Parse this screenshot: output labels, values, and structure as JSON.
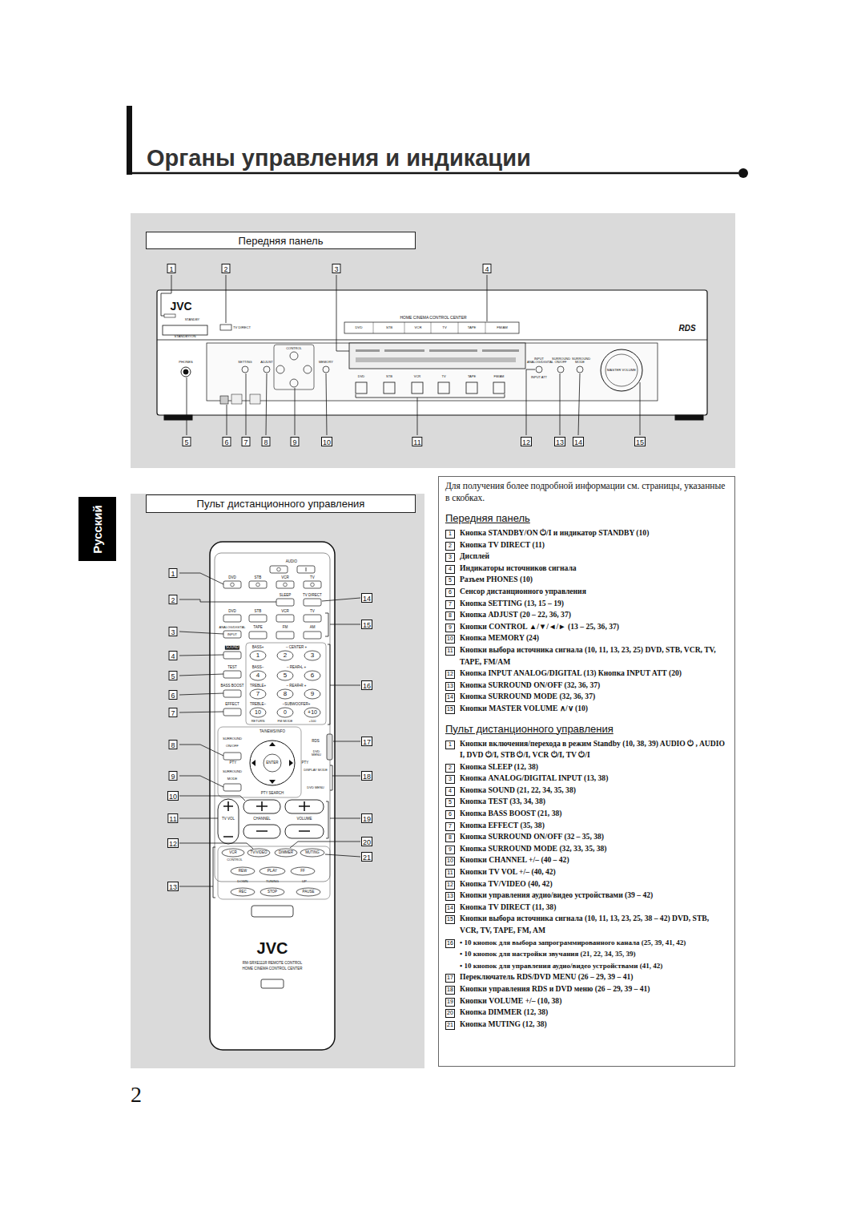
{
  "diagram": {
    "title": "Органы управления и индикации",
    "nodes": [
      {
        "text": [
          "Передняя панель"
        ]
      },
      {
        "text": [
          "Русский"
        ]
      },
      {
        "text": [
          "Пульт дистанционного управления"
        ]
      },
      {
        "text": [
          "Для получения более подробной информации см. страницы, указанные в скобках."
        ]
      }
    ],
    "labels": [
      "1",
      "2",
      "3",
      "4",
      "5",
      "6",
      "7",
      "8",
      "9",
      "10",
      "11",
      "12",
      "13",
      "14",
      "15",
      "1",
      "2",
      "3",
      "4",
      "5",
      "6",
      "7",
      "8",
      "9",
      "10",
      "11",
      "12",
      "13",
      "14",
      "15",
      "16",
      "17",
      "18",
      "19",
      "20",
      "21",
      "JVC",
      "STANDBY",
      "STANDBY/ON",
      "TV DIRECT",
      "HOME CINEMA CONTROL CENTER",
      "DVD",
      "STB",
      "VCR",
      "TV",
      "TAPE",
      "FM/AM",
      "RDS",
      "CONTROL",
      "SETTING",
      "ADJUST",
      "MEMORY",
      "PHONES",
      "DVD",
      "STB",
      "VCR",
      "TV",
      "TAPE",
      "FM/AM",
      "INPUT ANALOG/DIGITAL",
      "INPUT ATT",
      "SURROUND ON/OFF",
      "SURROUND MODE",
      "MASTER VOLUME",
      "AUDIO",
      "DVD",
      "STB",
      "VCR",
      "TV",
      "SLEEP",
      "TV DIRECT",
      "DVD",
      "STB",
      "VCR",
      "TV",
      "ANALOG/DIGITAL",
      "TAPE",
      "FM",
      "AM",
      "INPUT",
      "SOUND",
      "BASS+",
      "– CENTER +",
      "1",
      "2",
      "3",
      "TEST",
      "BASS–",
      "– REAR•L +",
      "4",
      "5",
      "6",
      "BASS BOOST",
      "TREBLE+",
      "– REAR•R +",
      "7",
      "8",
      "9",
      "EFFECT",
      "TREBLE–",
      "–SUBWOOFER+",
      "10",
      "0",
      "+10",
      "RETURN",
      "FM MODE",
      "+100",
      "TA/NEWS/INFO",
      "SURROUND",
      "ON/OFF",
      "RDS",
      "DVD MENU",
      "PTY",
      "ENTER",
      "PTY",
      "SURROUND",
      "MODE",
      "DISPLAY MODE",
      "DVD MENU",
      "PTY SEARCH",
      "TV VOL",
      "CHANNEL",
      "VOLUME",
      "VCR",
      "TV/VIDEO",
      "DIMMER",
      "MUTING",
      "CONTROL",
      "REW",
      "PLAY",
      "FF",
      "DOWN",
      "TUNING",
      "UP",
      "REC",
      "STOP",
      "PAUSE",
      "JVC",
      "RM-SRXE111R REMOTE CONTROL",
      "HOME CINEMA CONTROL CENTER",
      "Передняя панель",
      "1",
      "Кнопка STANDBY/ON ⏻/I и индикатор STANDBY (10)",
      "2",
      "Кнопка TV DIRECT (11)",
      "3",
      "Дисплей",
      "4",
      "Индикаторы источников сигнала",
      "5",
      "Разъем PHONES (10)",
      "6",
      "Сенсор дистанционного управления",
      "7",
      "Кнопка SETTING (13, 15 – 19)",
      "8",
      "Кнопка ADJUST (20 – 22, 36, 37)",
      "9",
      "Кнопки CONTROL ▲/▼/◄/► (13 – 25, 36, 37)",
      "10",
      "Кнопка MEMORY (24)",
      "11",
      "Кнопки выбора источника сигнала (10, 11, 13, 23, 25) DVD, STB, VCR, TV, TAPE, FM/AM",
      "12",
      "Кнопка INPUT ANALOG/DIGITAL (13) Кнопка INPUT ATT (20)",
      "13",
      "Кнопка SURROUND ON/OFF (32, 36, 37)",
      "14",
      "Кнопка SURROUND MODE (32, 36, 37)",
      "15",
      "Кнопки MASTER VOLUME ∧/∨ (10)",
      "Пульт дистанционного управления",
      "1",
      "Кнопки включения/перехода в режим Standby (10, 38, 39) AUDIO ⏻ , AUDIO I, DVD ⏻/I, STB ⏻/I, VCR ⏻/I, TV ⏻/I",
      "2",
      "Кнопка SLEEP (12, 38)",
      "3",
      "Кнопка ANALOG/DIGITAL INPUT (13, 38)",
      "4",
      "Кнопка SOUND (21, 22, 34, 35, 38)",
      "5",
      "Кнопка TEST (33, 34, 38)",
      "6",
      "Кнопка BASS BOOST (21, 38)",
      "7",
      "Кнопка EFFECT (35, 38)",
      "8",
      "Кнопка SURROUND ON/OFF (32 – 35, 38)",
      "9",
      "Кнопка SURROUND MODE (32, 33, 35, 38)",
      "10",
      "Кнопки CHANNEL +/– (40 – 42)",
      "11",
      "Кнопки TV VOL +/– (40, 42)",
      "12",
      "Кнопка TV/VIDEO (40, 42)",
      "13",
      "Кнопки управления аудио/видео устройствами (39 – 42)",
      "14",
      "Кнопка TV DIRECT (11, 38)",
      "15",
      "Кнопки выбора источника сигнала (10, 11, 13, 23, 25, 38 – 42) DVD, STB, VCR, TV, TAPE, FM, AM",
      "16",
      "• 10 кнопок для выбора запрограммированного канала (25, 39, 41, 42)",
      "• 10 кнопок для настройки звучания (21, 22, 34, 35, 39)",
      "• 10 кнопок для управления аудио/видео устройствами (41, 42)",
      "17",
      "Переключатель RDS/DVD MENU (26 – 29, 39 – 41)",
      "18",
      "Кнопки управления RDS и DVD меню (26 – 29, 39 – 41)",
      "19",
      "Кнопки VOLUME +/– (10, 38)",
      "20",
      "Кнопка DIMMER (12, 38)",
      "21",
      "Кнопка MUTING (12, 38)",
      "2"
    ]
  }
}
